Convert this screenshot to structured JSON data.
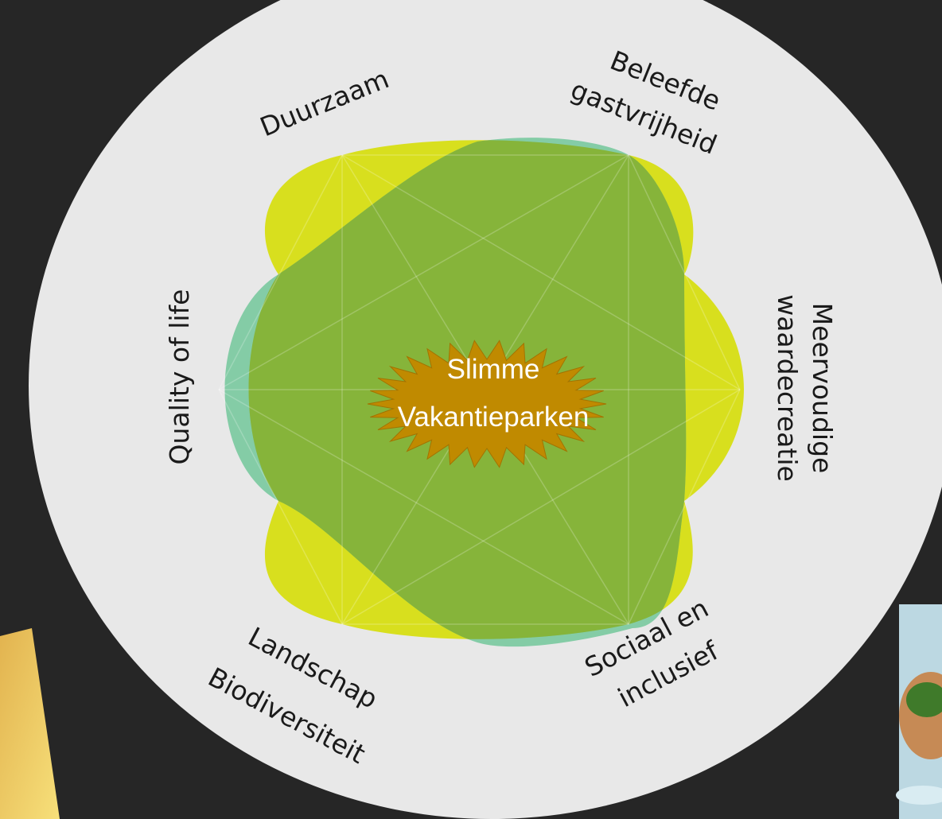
{
  "center": {
    "line1": "Slimme",
    "line2": "Vakantieparken"
  },
  "themes": {
    "duurzaam": "Duurzaam",
    "beleefde_1": "Beleefde",
    "beleefde_2": "gastvrijheid",
    "meervoudige_1": "Meervoudige",
    "meervoudige_2": "waardecreatie",
    "sociaal_1": "Sociaal en",
    "sociaal_2": "inclusief",
    "landschap_1": "Landschap",
    "landschap_2": "Biodiversiteit",
    "quality": "Quality of life"
  },
  "colors": {
    "background": "#262626",
    "disc": "#e8e8e8",
    "lime_shape": "#d8df1e",
    "teal_shape": "#72c79a",
    "overlap": "#86b43a",
    "burst": "#c08a00",
    "burst_text": "#ffffff"
  },
  "decorations": {
    "left_corner": "yellow-paper-corner",
    "right_corner": "photo-thumbnail-corner"
  }
}
